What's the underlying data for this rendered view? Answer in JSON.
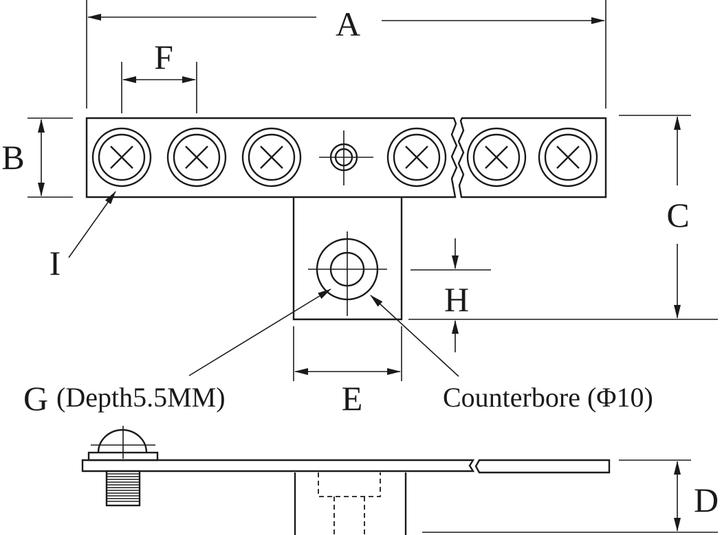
{
  "labels": {
    "a": "A",
    "b": "B",
    "c": "C",
    "d": "D",
    "e": "E",
    "f": "F",
    "g": "G",
    "h": "H",
    "i": "I"
  },
  "notes": {
    "g_depth": "(Depth5.5MM)",
    "counterbore": "Counterbore (Φ10)"
  },
  "counts": {
    "terminal_screws": 6
  }
}
